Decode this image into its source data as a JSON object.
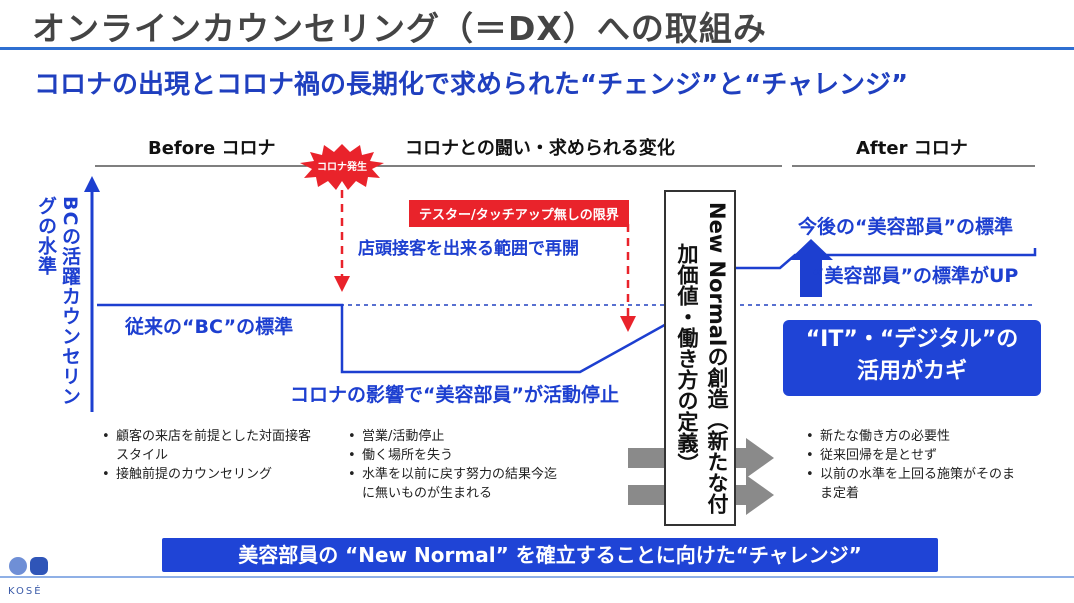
{
  "header": {
    "title": "オンラインカウンセリング（＝DX）への取組み",
    "subtitle": "コロナの出現とコロナ禍の長期化で求められた“チェンジ”と“チャレンジ”"
  },
  "phases": {
    "before": "Before コロナ",
    "during": "コロナとの闘い・求められる変化",
    "after": "After コロナ"
  },
  "y_axis_label": "BCの活躍カウンセリングの水準",
  "burst_label": "コロナ発生",
  "tester_limit": "テスター/タッチアップ無しの限界",
  "reopen_label": "店頭接客を出来る範囲で再開",
  "standard_bc": "従来の“BC”の標準",
  "impact_label": "コロナの影響で“美容部員”が活動停止",
  "future_standard": "今後の“美容部員”の標準",
  "standard_up": "“美容部員”の標準がUP",
  "new_normal_box": "New Normalの創造（新たな付加価値・働き方の定義）",
  "it_key": {
    "line1": "“IT”・“デジタル”の",
    "line2": "活用がカギ"
  },
  "bullets_before": [
    "顧客の来店を前提とした対面接客スタイル",
    "接触前提のカウンセリング"
  ],
  "bullets_during": [
    "営業/活動停止",
    "働く場所を失う",
    "水準を以前に戻す努力の結果今迄に無いものが生まれる"
  ],
  "bullets_after": [
    "新たな働き方の必要性",
    "従来回帰を是とせず",
    "以前の水準を上回る施策がそのまま定着"
  ],
  "banner": "美容部員の “New Normal” を確立することに向けた“チャレンジ”",
  "logo": "KOSÉ",
  "colors": {
    "accent_blue": "#1f44d6",
    "alert_red": "#e9232b",
    "title_gray": "#444444"
  }
}
